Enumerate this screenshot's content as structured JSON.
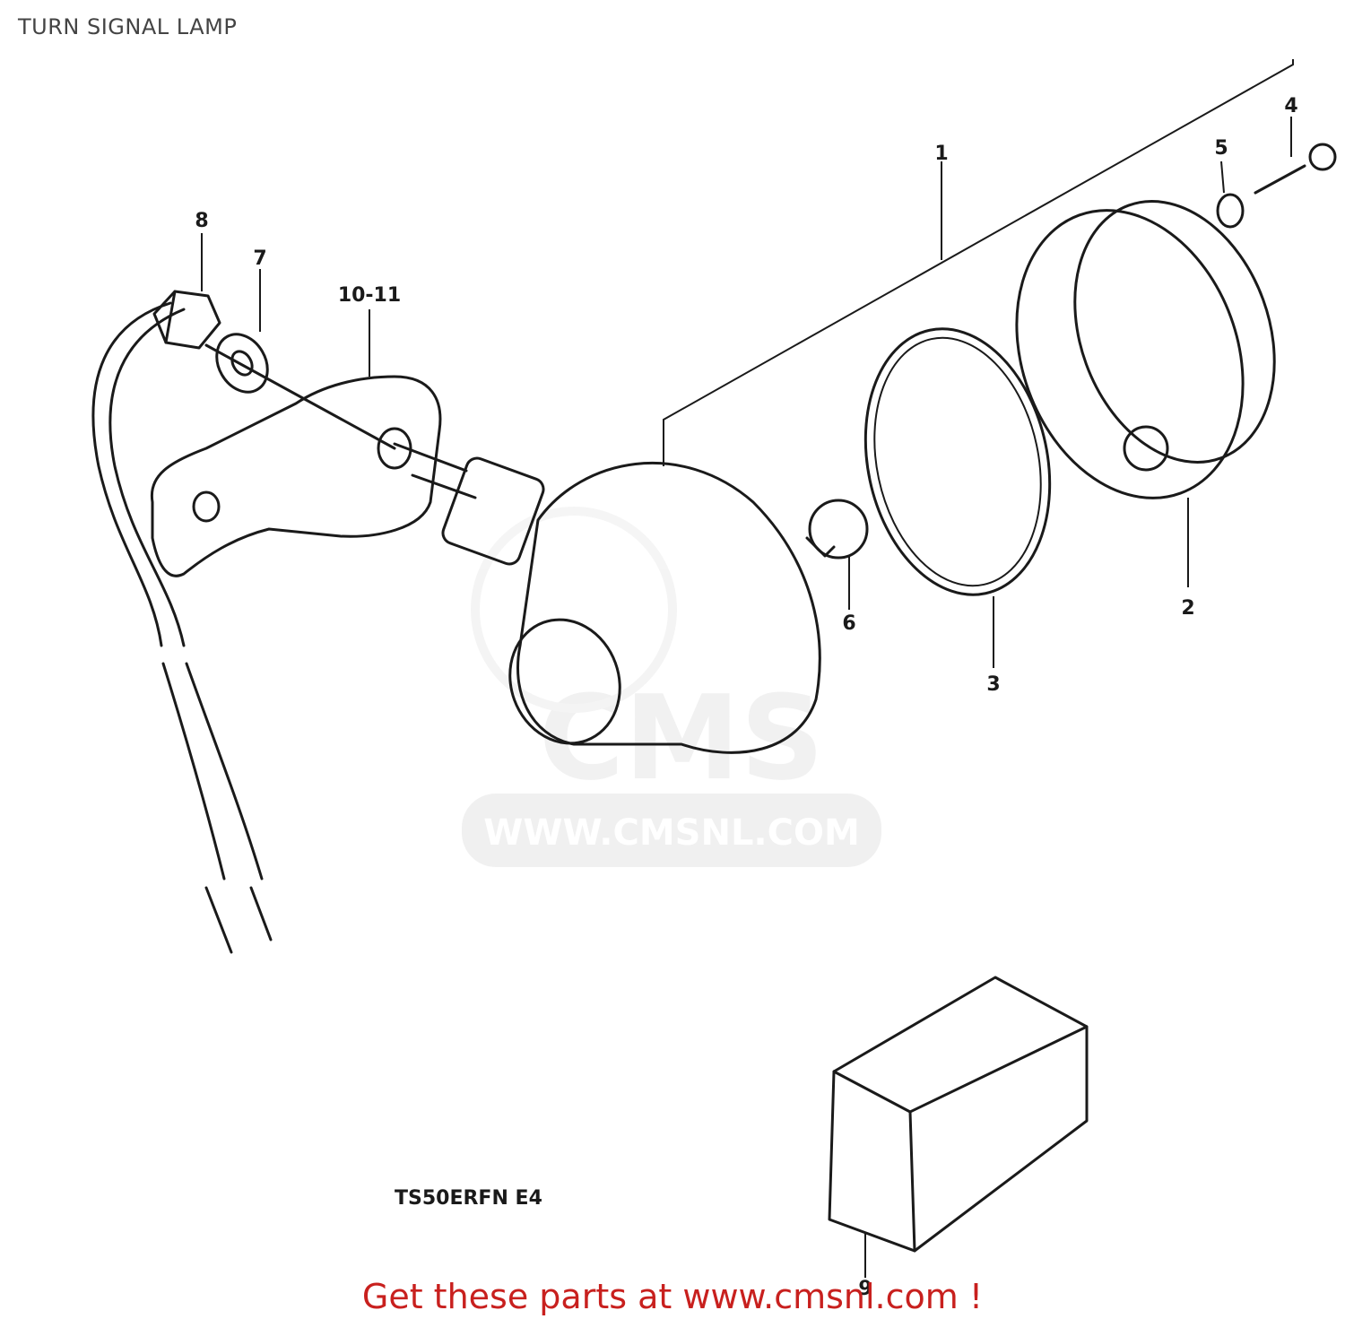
{
  "page": {
    "title": "TURN SIGNAL LAMP"
  },
  "diagram": {
    "model_code": "TS50ERFN E4",
    "callouts": [
      "1",
      "2",
      "3",
      "4",
      "5",
      "6",
      "7",
      "8",
      "10-11",
      "9"
    ]
  },
  "watermark": {
    "logo": "CMS",
    "url": "WWW.CMSNL.COM"
  },
  "footer": {
    "cta": "Get these parts at www.cmsnl.com !"
  },
  "colors": {
    "cta": "#c8201e",
    "ink": "#1a1a1a",
    "watermark": "#e0e0e0"
  }
}
